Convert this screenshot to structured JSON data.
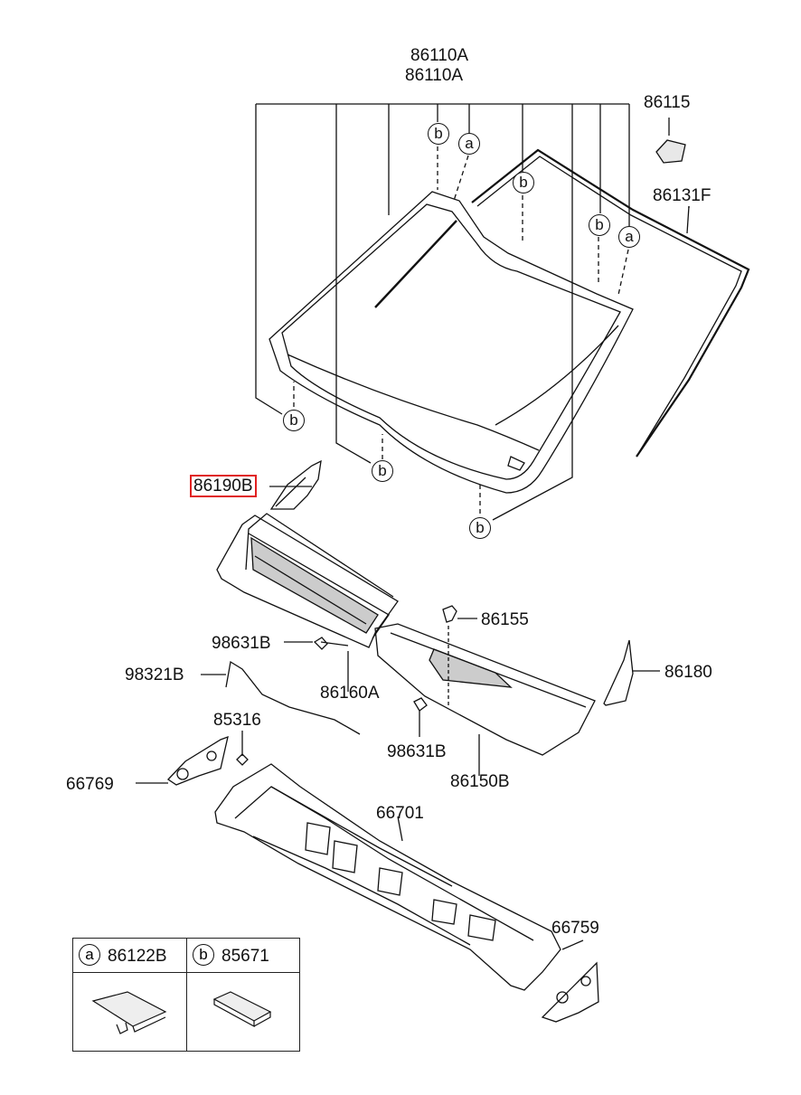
{
  "parts": {
    "windshield_glass_1": "86110A",
    "windshield_glass_2": "86110A",
    "fastener_cap": "86115",
    "windshield_moulding": "86131F",
    "cowl_bracket": "86190B",
    "clip": "86155",
    "nut_left": "98631B",
    "washer_hose": "98321B",
    "cowl_cover_left": "86160A",
    "cowl_end_cover": "86180",
    "bolt_85316": "85316",
    "nut_right": "98631B",
    "cowl_cover_right": "86150B",
    "bracket_66769": "66769",
    "cowl_panel": "66701",
    "bracket_66759": "66759"
  },
  "callouts": {
    "a": "a",
    "b": "b"
  },
  "legend": {
    "a_symbol": "a",
    "a_code": "86122B",
    "b_symbol": "b",
    "b_code": "85671"
  },
  "highlight_color": "#e02020"
}
